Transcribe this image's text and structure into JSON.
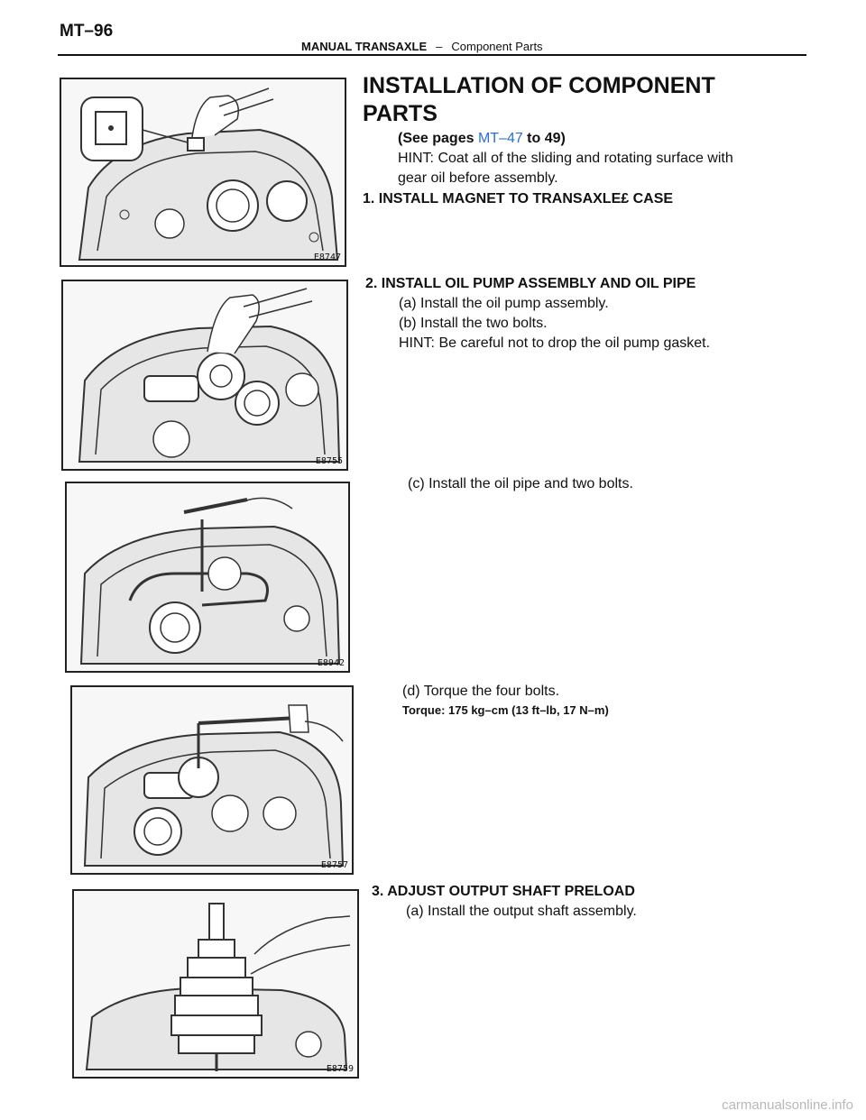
{
  "header": {
    "page_number": "MT–96",
    "section": "MANUAL TRANSAXLE",
    "separator": "–",
    "subsection": "Component Parts"
  },
  "title": "INSTALLATION OF COMPONENT PARTS",
  "intro": {
    "see_prefix": "(See pages ",
    "see_link": "MT–47",
    "see_suffix": " to 49)",
    "hint_line1": "HINT: Coat all of the sliding and rotating surface with",
    "hint_line2": "gear oil before assembly."
  },
  "step1": {
    "heading": "1. INSTALL MAGNET TO TRANSAXLE£ CASE"
  },
  "step2": {
    "heading": "2. INSTALL OIL PUMP ASSEMBLY AND OIL PIPE",
    "a": "(a) Install the oil pump assembly.",
    "b": "(b) Install the two bolts.",
    "hint": "HINT: Be careful not to drop the oil pump gasket.",
    "c": "(c) Install the oil pipe and two bolts.",
    "d": "(d) Torque the four bolts.",
    "torque": "Torque: 175 kg–cm (13 ft–lb, 17 N–m)"
  },
  "step3": {
    "heading": "3. ADJUST OUTPUT SHAFT PRELOAD",
    "a": "(a) Install the output shaft assembly."
  },
  "figures": [
    {
      "code": "E8747"
    },
    {
      "code": "E8755"
    },
    {
      "code": "E8942"
    },
    {
      "code": "E8757"
    },
    {
      "code": "E8759"
    }
  ],
  "watermark": "carmanualsonline.info"
}
